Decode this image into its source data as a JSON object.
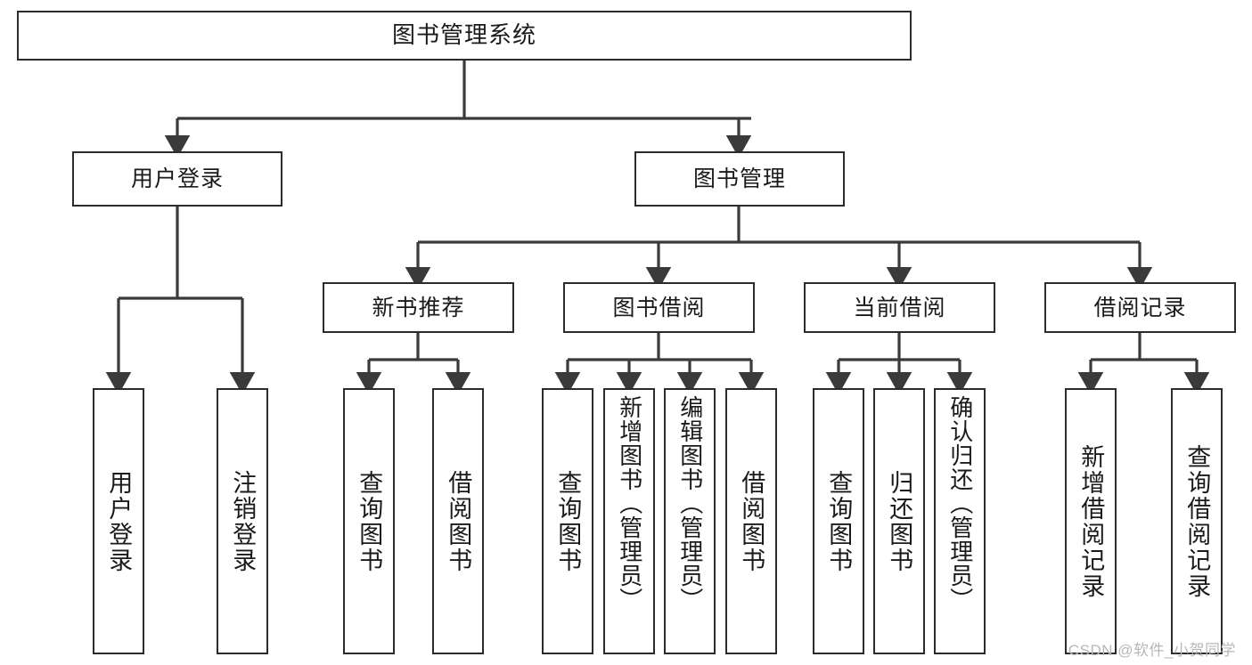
{
  "diagram": {
    "title": "图书管理系统",
    "type": "tree-hierarchy",
    "root": {
      "label": "图书管理系统"
    },
    "level2": [
      {
        "label": "用户登录"
      },
      {
        "label": "图书管理"
      }
    ],
    "level3": [
      {
        "label": "新书推荐"
      },
      {
        "label": "图书借阅"
      },
      {
        "label": "当前借阅"
      },
      {
        "label": "借阅记录"
      }
    ],
    "leaves": {
      "user_login": [
        {
          "label": "用户登录"
        },
        {
          "label": "注销登录"
        }
      ],
      "new_book_recommend": [
        {
          "label": "查询图书"
        },
        {
          "label": "借阅图书"
        }
      ],
      "book_borrow": [
        {
          "label": "查询图书"
        },
        {
          "label": "新增图书（管理员）"
        },
        {
          "label": "编辑图书（管理员）"
        },
        {
          "label": "借阅图书"
        }
      ],
      "current_borrow": [
        {
          "label": "查询图书"
        },
        {
          "label": "归还图书"
        },
        {
          "label": "确认归还（管理员）"
        }
      ],
      "borrow_record": [
        {
          "label": "新增借阅记录"
        },
        {
          "label": "查询借阅记录"
        }
      ]
    }
  },
  "watermark": {
    "text": "CSDN @软件_小贺同学"
  },
  "colors": {
    "box_border": "#2b2b2b",
    "edge": "#3a3a3a",
    "text": "#1a1a1a",
    "background": "#ffffff",
    "watermark": "#b7b7b7"
  }
}
